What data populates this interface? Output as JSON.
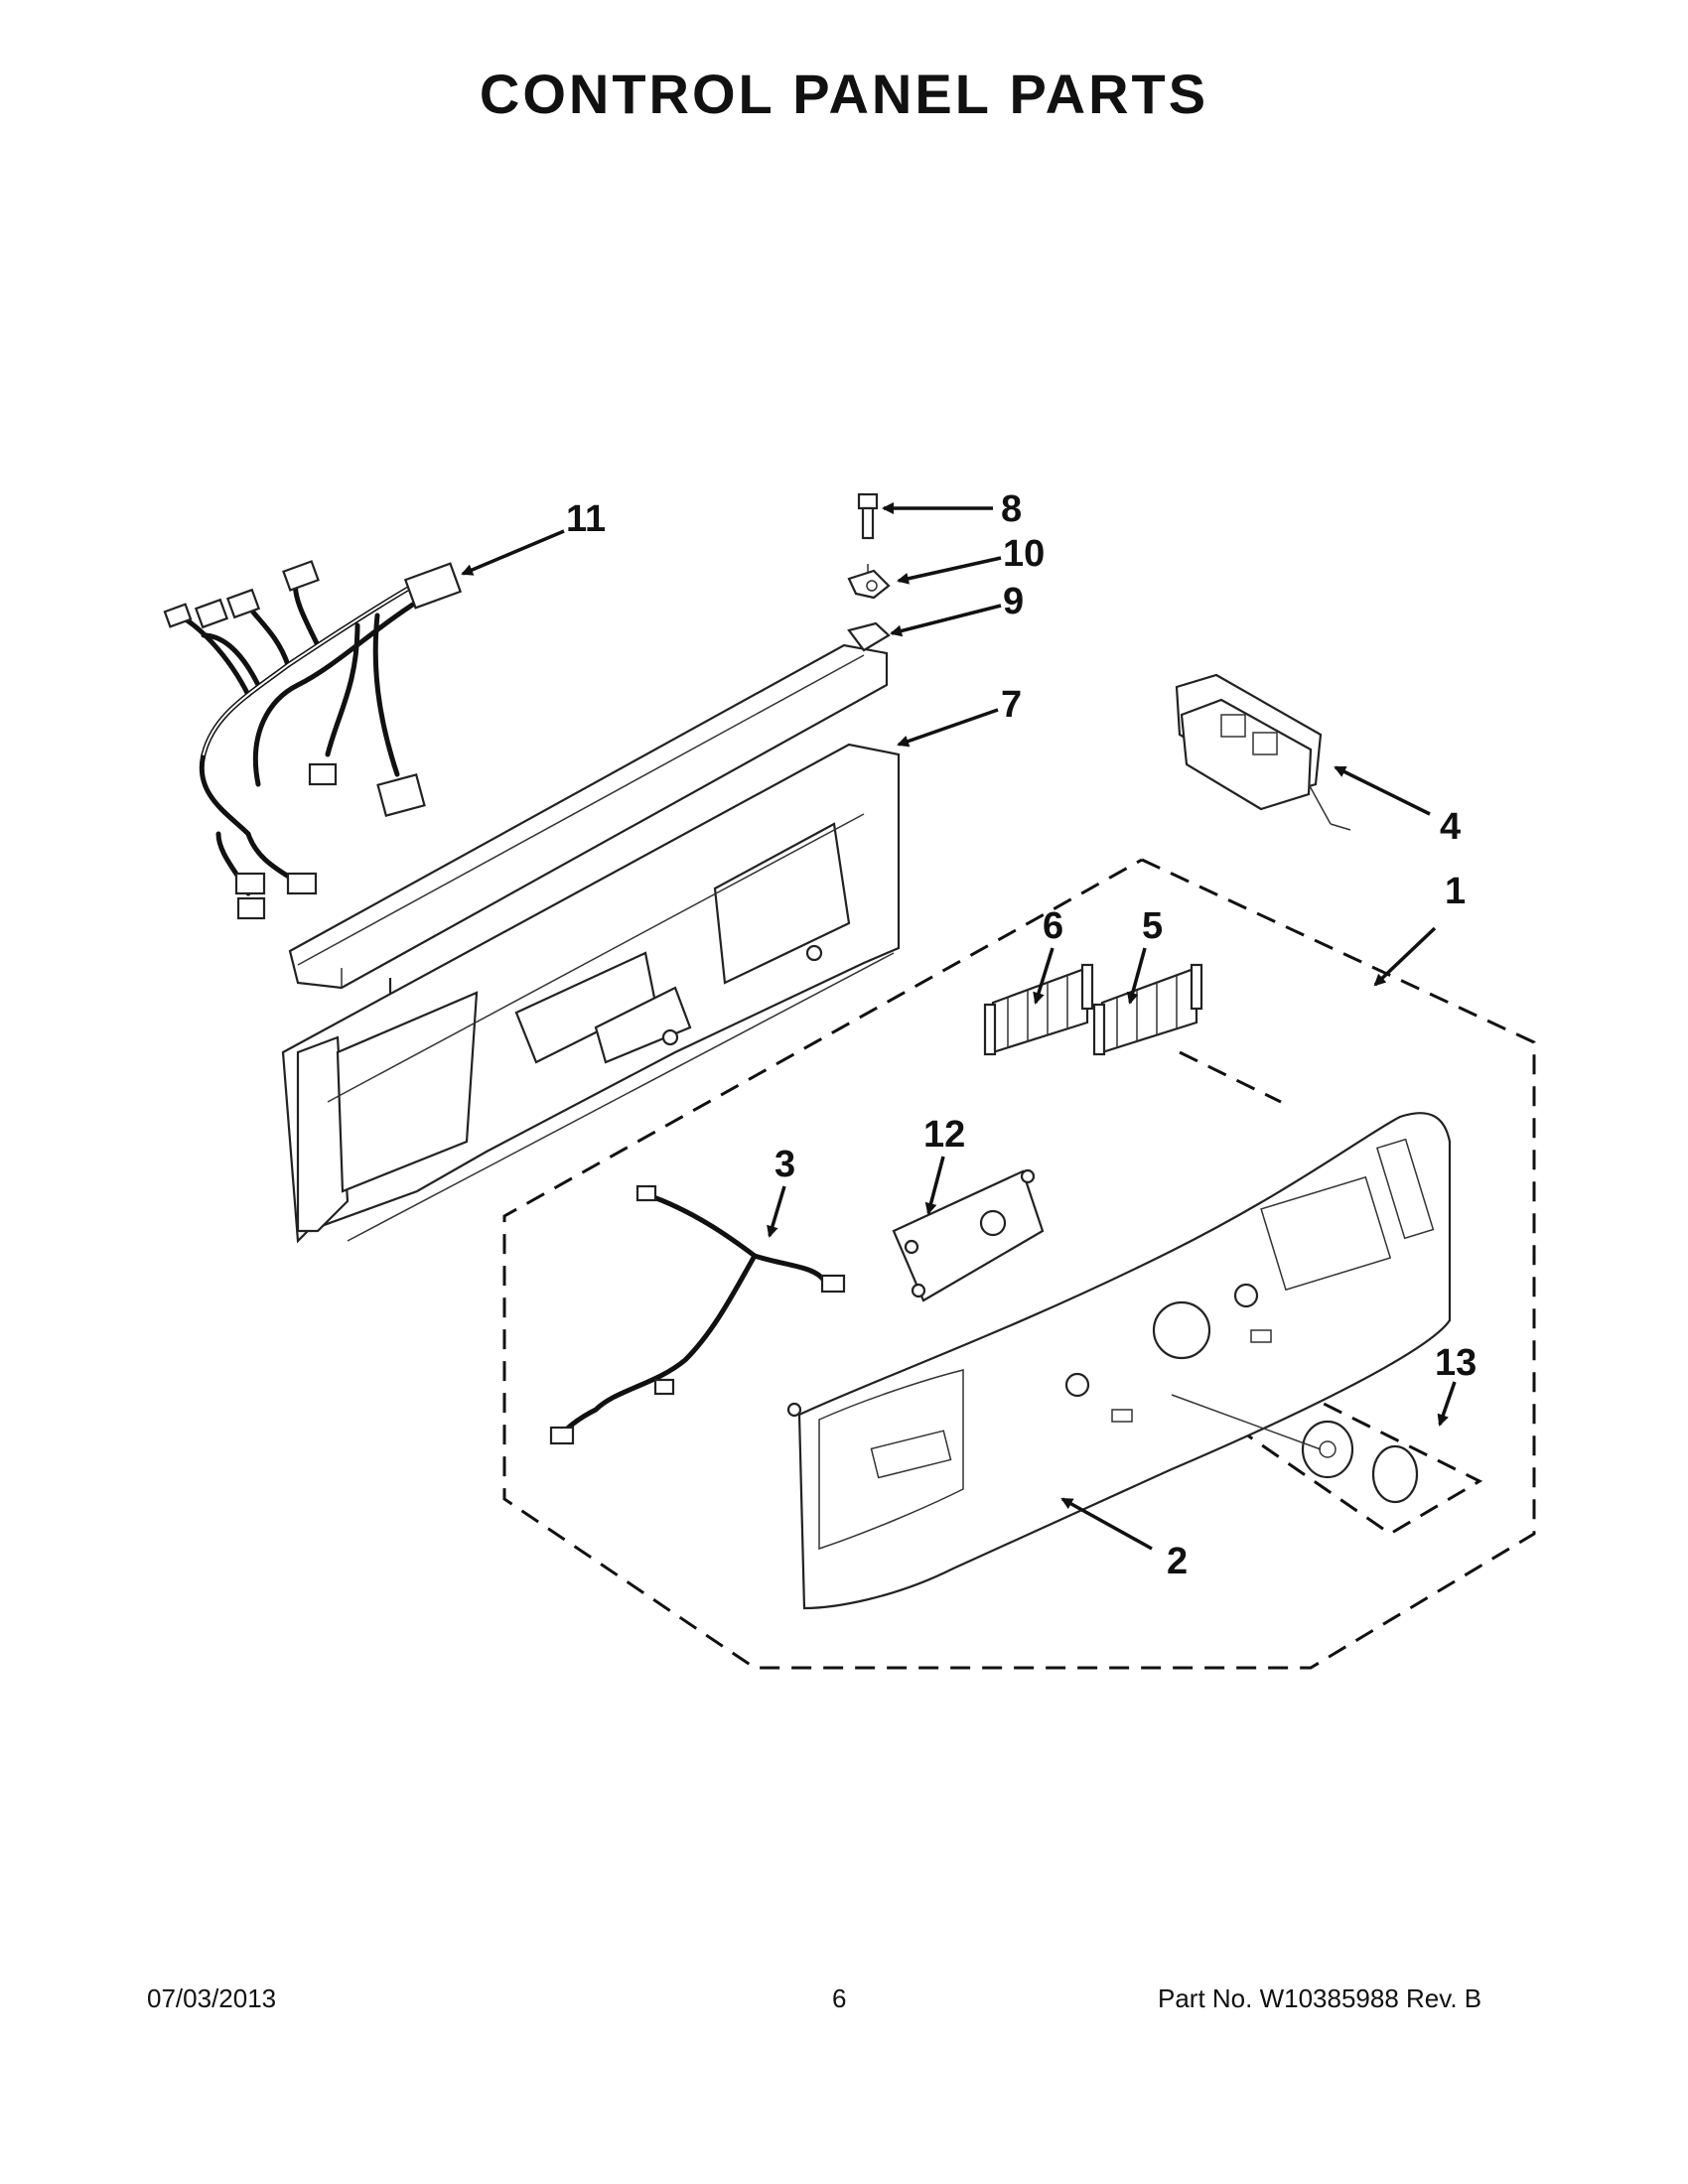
{
  "page": {
    "title": "CONTROL PANEL PARTS",
    "footer": {
      "date": "07/03/2013",
      "page_number": "6",
      "part_number": "Part No.  W10385988  Rev.  B"
    }
  },
  "callouts": [
    "1",
    "2",
    "3",
    "4",
    "5",
    "6",
    "7",
    "8",
    "9",
    "10",
    "11",
    "12",
    "13"
  ],
  "colors": {
    "ink": "#111111",
    "paper": "#ffffff"
  }
}
